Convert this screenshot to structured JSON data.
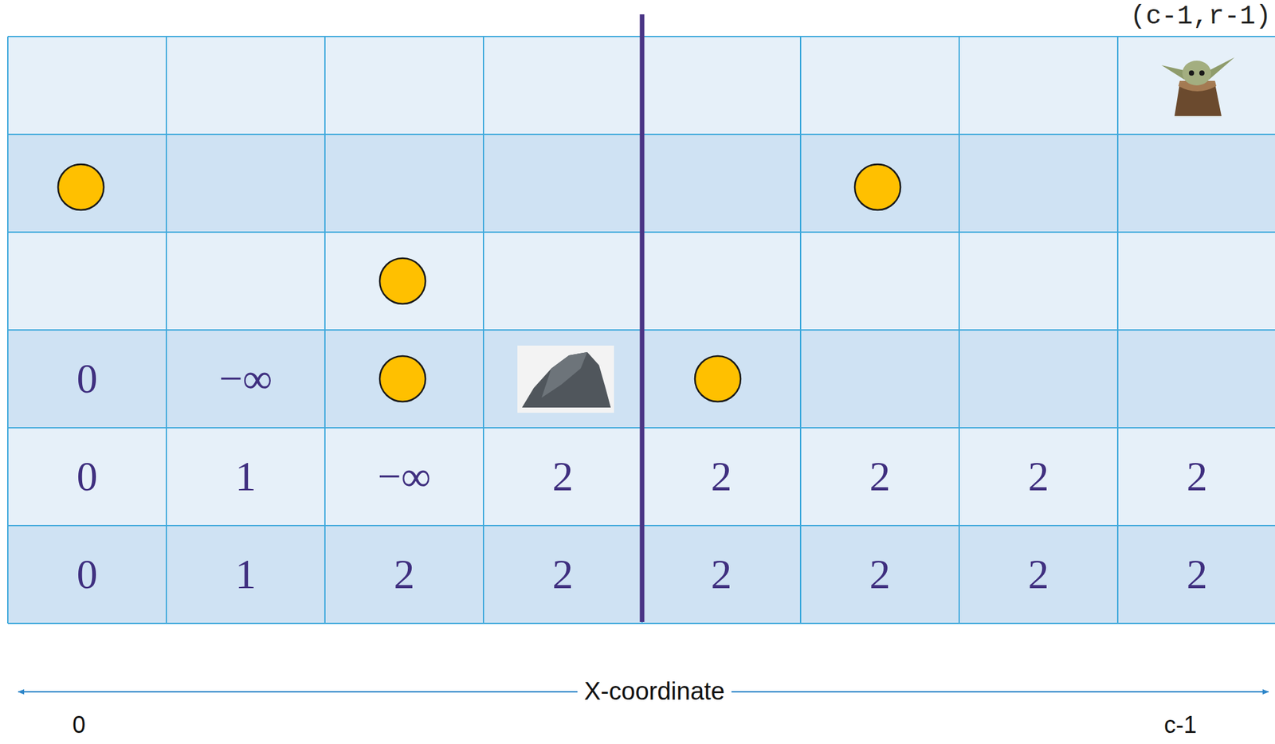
{
  "diagram": {
    "labels": [
      "(c-1,r-1)",
      "0",
      "−∞",
      "0",
      "1",
      "−∞",
      "2",
      "2",
      "2",
      "2",
      "2",
      "0",
      "1",
      "2",
      "2",
      "2",
      "2",
      "2",
      "2",
      "X-coordinate",
      "0",
      "c-1"
    ]
  }
}
